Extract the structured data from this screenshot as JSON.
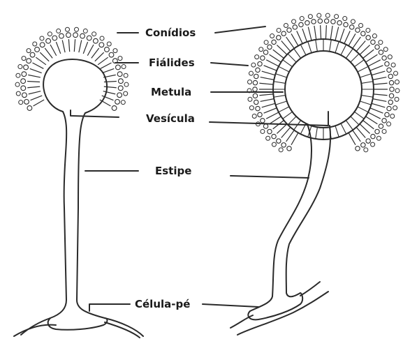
{
  "labels": {
    "conidios": "Conídios",
    "fialides": "Fiálides",
    "metula": "Metula",
    "vesicula": "Vesícula",
    "estipe": "Estipe",
    "celula_pe": "Célula-pé"
  },
  "colors": {
    "ink": "#2a2a2a",
    "background": "#ffffff"
  }
}
